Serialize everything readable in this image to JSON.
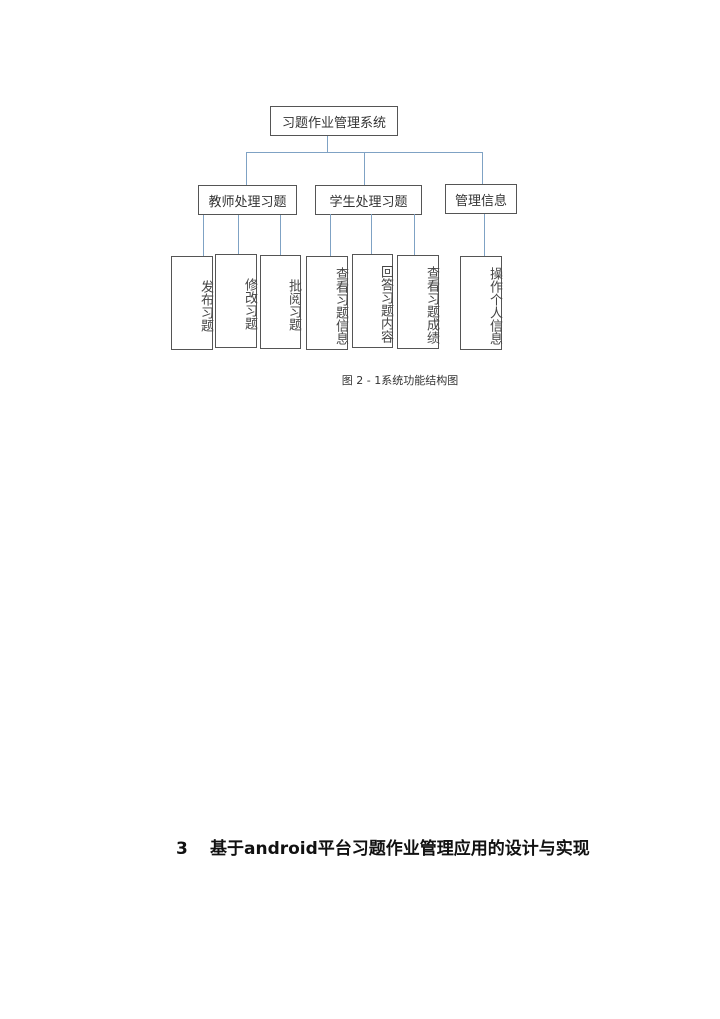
{
  "diagram": {
    "root": {
      "label": "习题作业管理系统"
    },
    "branches": [
      {
        "label": "教师处理习题",
        "children": [
          "发布习题",
          "修改习题",
          "批阅习题"
        ]
      },
      {
        "label": "学生处理习题",
        "children": [
          "查看习题信息",
          "回答习题内容",
          "查看习题成绩"
        ]
      },
      {
        "label": "管理信息",
        "children": [
          "操作个人信息"
        ]
      }
    ],
    "connector_color": "#7fa2c4",
    "border_color": "#555555"
  },
  "caption": "图 2 - 1系统功能结构图",
  "section": {
    "number": "3",
    "title": "基于android平台习题作业管理应用的设计与实现"
  }
}
